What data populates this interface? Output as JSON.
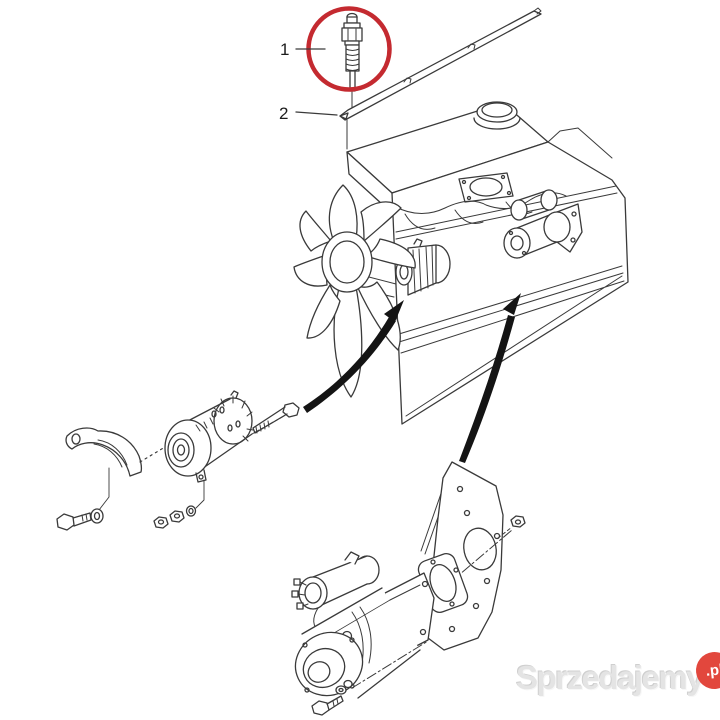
{
  "diagram": {
    "type": "exploded-parts-diagram",
    "callout_1": {
      "label": "1"
    },
    "callout_2": {
      "label": "2"
    }
  },
  "colors": {
    "highlight_circle": "#c42a30",
    "line": "#3a3a3a",
    "arrow": "#141414",
    "background": "#ffffff",
    "watermark_text": "#e4e4e4",
    "watermark_badge": "#e2473d"
  },
  "watermark": {
    "brand": "Sprzedajemy",
    "suffix": ".pl"
  }
}
